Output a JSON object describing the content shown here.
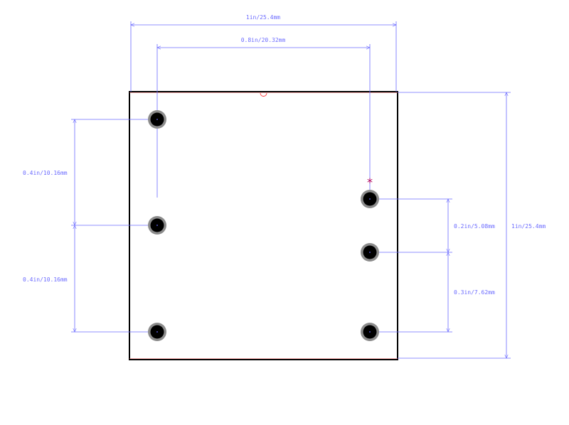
{
  "colors": {
    "background": "#ffffff",
    "outline": "#000000",
    "dimension": "#6b6bff",
    "pad_ring": "#8c8c8c",
    "pad_hole": "#000000",
    "pin1_marker": "#b0005a",
    "origin_marker": "#ff3a3a"
  },
  "dimensions": {
    "overall_width": "1in/25.4mm",
    "pin_span_x": "0.8in/20.32mm",
    "left_pitch_top": "0.4in/10.16mm",
    "left_pitch_bottom": "0.4in/10.16mm",
    "right_pitch_top": "0.2in/5.08mm",
    "right_pitch_bottom": "0.3in/7.62mm",
    "overall_height": "1in/25.4mm"
  },
  "markers": {
    "pin1": "*"
  },
  "icons": {
    "pad": "through-hole-pad-icon",
    "pin1": "asterisk-icon",
    "origin": "circle-origin-icon"
  }
}
